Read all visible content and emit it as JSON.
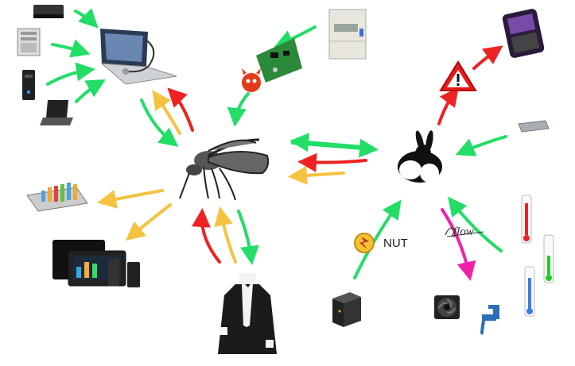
{
  "labels": {
    "nut": "NUT",
    "flow": "flow"
  },
  "nodes": [
    {
      "name": "mosquitto-broker",
      "icon": "mosquito-icon"
    },
    {
      "name": "rabbit",
      "icon": "rabbit-icon"
    },
    {
      "name": "laptop-stethoscope",
      "icon": "laptop-stethoscope-icon"
    },
    {
      "name": "butler",
      "icon": "butler-icon"
    },
    {
      "name": "smartphone",
      "icon": "smartphone-icon"
    },
    {
      "name": "warning",
      "icon": "warning-icon"
    },
    {
      "name": "energy-meter",
      "icon": "energy-meter-icon"
    },
    {
      "name": "circuit-board",
      "icon": "circuit-board-icon"
    },
    {
      "name": "freebsd-daemon",
      "icon": "daemon-icon"
    },
    {
      "name": "network-box",
      "icon": "network-box-icon"
    },
    {
      "name": "thermometers",
      "icon": "thermometer-icon"
    },
    {
      "name": "ups",
      "icon": "ups-icon"
    },
    {
      "name": "fan",
      "icon": "fan-icon"
    },
    {
      "name": "water-tap",
      "icon": "water-tap-icon"
    },
    {
      "name": "bar-chart",
      "icon": "bar-chart-icon"
    },
    {
      "name": "dashboard-devices",
      "icon": "dashboard-devices-icon"
    },
    {
      "name": "server-tower",
      "icon": "server-tower-icon"
    },
    {
      "name": "pc-tower",
      "icon": "pc-tower-icon"
    },
    {
      "name": "set-top-box",
      "icon": "set-top-box-icon"
    },
    {
      "name": "small-laptop",
      "icon": "laptop-icon"
    }
  ],
  "colors": {
    "green": "#22dd66",
    "red": "#ee2222",
    "yellow": "#f5c242",
    "magenta": "#ee22aa"
  }
}
